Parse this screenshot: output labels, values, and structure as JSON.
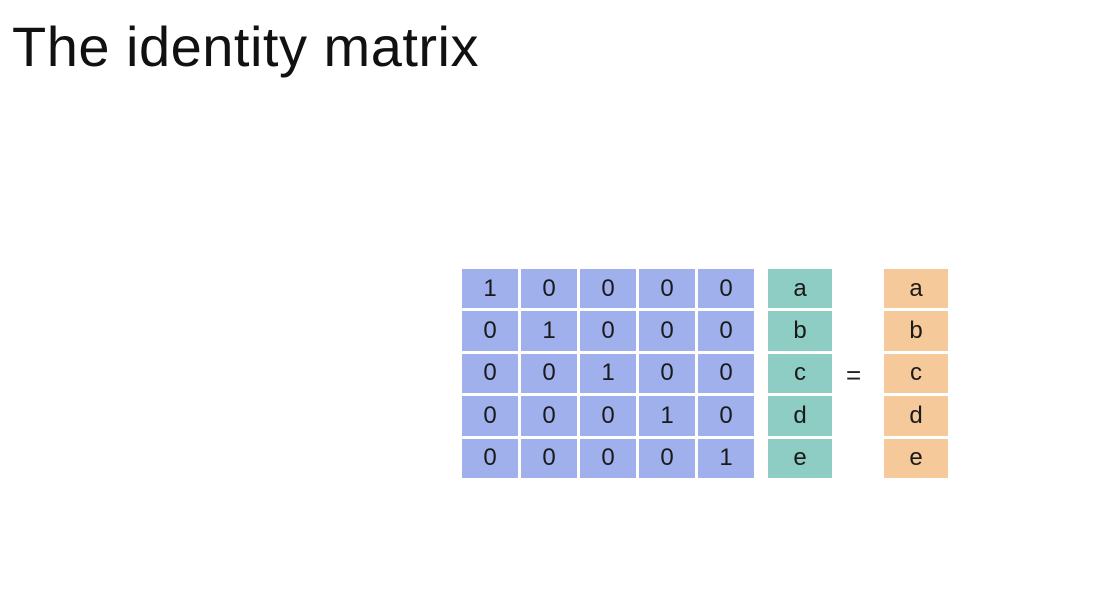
{
  "title": "The identity matrix",
  "matrix": [
    [
      "1",
      "0",
      "0",
      "0",
      "0"
    ],
    [
      "0",
      "1",
      "0",
      "0",
      "0"
    ],
    [
      "0",
      "0",
      "1",
      "0",
      "0"
    ],
    [
      "0",
      "0",
      "0",
      "1",
      "0"
    ],
    [
      "0",
      "0",
      "0",
      "0",
      "1"
    ]
  ],
  "input_vector": [
    "a",
    "b",
    "c",
    "d",
    "e"
  ],
  "operator": "=",
  "output_vector": [
    "a",
    "b",
    "c",
    "d",
    "e"
  ],
  "colors": {
    "matrix_cell": "#9fb0ec",
    "input_cell": "#8ecdc3",
    "output_cell": "#f5c99a"
  }
}
